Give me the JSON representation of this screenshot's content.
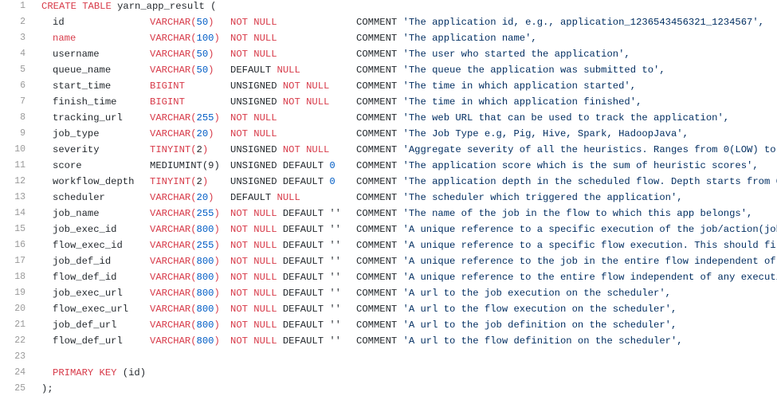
{
  "editor": {
    "lines": [
      {
        "n": "1",
        "first": [
          {
            "t": "CREATE TABLE",
            "c": "kw"
          },
          {
            "t": " yarn_app_result (",
            "c": "plain"
          }
        ]
      },
      {
        "n": "2",
        "name": "id",
        "type": [
          {
            "t": "VARCHAR(",
            "c": "kw"
          },
          {
            "t": "50",
            "c": "num"
          },
          {
            "t": ")",
            "c": "kw"
          }
        ],
        "cons": [
          {
            "t": "NOT NULL",
            "c": "kw"
          }
        ],
        "comment": [
          {
            "t": "COMMENT ",
            "c": "plain"
          },
          {
            "t": "'The application id, e.g., application_1236543456321_1234567',",
            "c": "str"
          }
        ]
      },
      {
        "n": "3",
        "name": "name",
        "nameKw": true,
        "type": [
          {
            "t": "VARCHAR(",
            "c": "kw"
          },
          {
            "t": "100",
            "c": "num"
          },
          {
            "t": ")",
            "c": "kw"
          }
        ],
        "cons": [
          {
            "t": "NOT NULL",
            "c": "kw"
          }
        ],
        "comment": [
          {
            "t": "COMMENT ",
            "c": "plain"
          },
          {
            "t": "'The application name',",
            "c": "str"
          }
        ]
      },
      {
        "n": "4",
        "name": "username",
        "type": [
          {
            "t": "VARCHAR(",
            "c": "kw"
          },
          {
            "t": "50",
            "c": "num"
          },
          {
            "t": ")",
            "c": "kw"
          }
        ],
        "cons": [
          {
            "t": "NOT NULL",
            "c": "kw"
          }
        ],
        "comment": [
          {
            "t": "COMMENT ",
            "c": "plain"
          },
          {
            "t": "'The user who started the application',",
            "c": "str"
          }
        ]
      },
      {
        "n": "5",
        "name": "queue_name",
        "type": [
          {
            "t": "VARCHAR(",
            "c": "kw"
          },
          {
            "t": "50",
            "c": "num"
          },
          {
            "t": ")",
            "c": "kw"
          }
        ],
        "cons": [
          {
            "t": "DEFAULT ",
            "c": "plain"
          },
          {
            "t": "NULL",
            "c": "kw"
          }
        ],
        "comment": [
          {
            "t": "COMMENT ",
            "c": "plain"
          },
          {
            "t": "'The queue the application was submitted to',",
            "c": "str"
          }
        ]
      },
      {
        "n": "6",
        "name": "start_time",
        "type": [
          {
            "t": "BIGINT",
            "c": "kw"
          }
        ],
        "cons": [
          {
            "t": "UNSIGNED ",
            "c": "plain"
          },
          {
            "t": "NOT NULL",
            "c": "kw"
          }
        ],
        "comment": [
          {
            "t": "COMMENT ",
            "c": "plain"
          },
          {
            "t": "'The time in which application started',",
            "c": "str"
          }
        ]
      },
      {
        "n": "7",
        "name": "finish_time",
        "type": [
          {
            "t": "BIGINT",
            "c": "kw"
          }
        ],
        "cons": [
          {
            "t": "UNSIGNED ",
            "c": "plain"
          },
          {
            "t": "NOT NULL",
            "c": "kw"
          }
        ],
        "comment": [
          {
            "t": "COMMENT ",
            "c": "plain"
          },
          {
            "t": "'The time in which application finished',",
            "c": "str"
          }
        ]
      },
      {
        "n": "8",
        "name": "tracking_url",
        "type": [
          {
            "t": "VARCHAR(",
            "c": "kw"
          },
          {
            "t": "255",
            "c": "num"
          },
          {
            "t": ")",
            "c": "kw"
          }
        ],
        "cons": [
          {
            "t": "NOT NULL",
            "c": "kw"
          }
        ],
        "comment": [
          {
            "t": "COMMENT ",
            "c": "plain"
          },
          {
            "t": "'The web URL that can be used to track the application',",
            "c": "str"
          }
        ]
      },
      {
        "n": "9",
        "name": "job_type",
        "type": [
          {
            "t": "VARCHAR(",
            "c": "kw"
          },
          {
            "t": "20",
            "c": "num"
          },
          {
            "t": ")",
            "c": "kw"
          }
        ],
        "cons": [
          {
            "t": "NOT NULL",
            "c": "kw"
          }
        ],
        "comment": [
          {
            "t": "COMMENT ",
            "c": "plain"
          },
          {
            "t": "'The Job Type e.g, Pig, Hive, Spark, HadoopJava',",
            "c": "str"
          }
        ]
      },
      {
        "n": "10",
        "name": "severity",
        "type": [
          {
            "t": "TINYINT(",
            "c": "kw"
          },
          {
            "t": "2",
            "c": "plain"
          },
          {
            "t": ")",
            "c": "kw"
          }
        ],
        "cons": [
          {
            "t": "UNSIGNED ",
            "c": "plain"
          },
          {
            "t": "NOT NULL",
            "c": "kw"
          }
        ],
        "comment": [
          {
            "t": "COMMENT ",
            "c": "plain"
          },
          {
            "t": "'Aggregate severity of all the heuristics. Ranges from 0(LOW) to",
            "c": "str"
          }
        ]
      },
      {
        "n": "11",
        "name": "score",
        "type": [
          {
            "t": "MEDIUMINT(",
            "c": "plain"
          },
          {
            "t": "9",
            "c": "plain"
          },
          {
            "t": ")",
            "c": "plain"
          }
        ],
        "cons": [
          {
            "t": "UNSIGNED DEFAULT ",
            "c": "plain"
          },
          {
            "t": "0",
            "c": "num"
          }
        ],
        "comment": [
          {
            "t": "COMMENT ",
            "c": "plain"
          },
          {
            "t": "'The application score which is the sum of heuristic scores',",
            "c": "str"
          }
        ]
      },
      {
        "n": "12",
        "name": "workflow_depth",
        "type": [
          {
            "t": "TINYINT(",
            "c": "kw"
          },
          {
            "t": "2",
            "c": "plain"
          },
          {
            "t": ")",
            "c": "kw"
          }
        ],
        "cons": [
          {
            "t": "UNSIGNED DEFAULT ",
            "c": "plain"
          },
          {
            "t": "0",
            "c": "num"
          }
        ],
        "comment": [
          {
            "t": "COMMENT ",
            "c": "plain"
          },
          {
            "t": "'The application depth in the scheduled flow. Depth starts from 0",
            "c": "str"
          }
        ]
      },
      {
        "n": "13",
        "name": "scheduler",
        "type": [
          {
            "t": "VARCHAR(",
            "c": "kw"
          },
          {
            "t": "20",
            "c": "num"
          },
          {
            "t": ")",
            "c": "kw"
          }
        ],
        "cons": [
          {
            "t": "DEFAULT ",
            "c": "plain"
          },
          {
            "t": "NULL",
            "c": "kw"
          }
        ],
        "comment": [
          {
            "t": "COMMENT ",
            "c": "plain"
          },
          {
            "t": "'The scheduler which triggered the application',",
            "c": "str"
          }
        ]
      },
      {
        "n": "14",
        "name": "job_name",
        "type": [
          {
            "t": "VARCHAR(",
            "c": "kw"
          },
          {
            "t": "255",
            "c": "num"
          },
          {
            "t": ")",
            "c": "kw"
          }
        ],
        "cons": [
          {
            "t": "NOT NULL",
            "c": "kw"
          },
          {
            "t": " DEFAULT ''",
            "c": "plain"
          }
        ],
        "comment": [
          {
            "t": "COMMENT ",
            "c": "plain"
          },
          {
            "t": "'The name of the job in the flow to which this app belongs',",
            "c": "str"
          }
        ]
      },
      {
        "n": "15",
        "name": "job_exec_id",
        "type": [
          {
            "t": "VARCHAR(",
            "c": "kw"
          },
          {
            "t": "800",
            "c": "num"
          },
          {
            "t": ")",
            "c": "kw"
          }
        ],
        "cons": [
          {
            "t": "NOT NULL",
            "c": "kw"
          },
          {
            "t": " DEFAULT ''",
            "c": "plain"
          }
        ],
        "comment": [
          {
            "t": "COMMENT ",
            "c": "plain"
          },
          {
            "t": "'A unique reference to a specific execution of the job/action(job",
            "c": "str"
          }
        ]
      },
      {
        "n": "16",
        "name": "flow_exec_id",
        "type": [
          {
            "t": "VARCHAR(",
            "c": "kw"
          },
          {
            "t": "255",
            "c": "num"
          },
          {
            "t": ")",
            "c": "kw"
          }
        ],
        "cons": [
          {
            "t": "NOT NULL",
            "c": "kw"
          },
          {
            "t": " DEFAULT ''",
            "c": "plain"
          }
        ],
        "comment": [
          {
            "t": "COMMENT ",
            "c": "plain"
          },
          {
            "t": "'A unique reference to a specific flow execution. This should fil",
            "c": "str"
          }
        ]
      },
      {
        "n": "17",
        "name": "job_def_id",
        "type": [
          {
            "t": "VARCHAR(",
            "c": "kw"
          },
          {
            "t": "800",
            "c": "num"
          },
          {
            "t": ")",
            "c": "kw"
          }
        ],
        "cons": [
          {
            "t": "NOT NULL",
            "c": "kw"
          },
          {
            "t": " DEFAULT ''",
            "c": "plain"
          }
        ],
        "comment": [
          {
            "t": "COMMENT ",
            "c": "plain"
          },
          {
            "t": "'A unique reference to the job in the entire flow independent of",
            "c": "str"
          }
        ]
      },
      {
        "n": "18",
        "name": "flow_def_id",
        "type": [
          {
            "t": "VARCHAR(",
            "c": "kw"
          },
          {
            "t": "800",
            "c": "num"
          },
          {
            "t": ")",
            "c": "kw"
          }
        ],
        "cons": [
          {
            "t": "NOT NULL",
            "c": "kw"
          },
          {
            "t": " DEFAULT ''",
            "c": "plain"
          }
        ],
        "comment": [
          {
            "t": "COMMENT ",
            "c": "plain"
          },
          {
            "t": "'A unique reference to the entire flow independent of any executi",
            "c": "str"
          }
        ]
      },
      {
        "n": "19",
        "name": "job_exec_url",
        "type": [
          {
            "t": "VARCHAR(",
            "c": "kw"
          },
          {
            "t": "800",
            "c": "num"
          },
          {
            "t": ")",
            "c": "kw"
          }
        ],
        "cons": [
          {
            "t": "NOT NULL",
            "c": "kw"
          },
          {
            "t": " DEFAULT ''",
            "c": "plain"
          }
        ],
        "comment": [
          {
            "t": "COMMENT ",
            "c": "plain"
          },
          {
            "t": "'A url to the job execution on the scheduler',",
            "c": "str"
          }
        ]
      },
      {
        "n": "20",
        "name": "flow_exec_url",
        "type": [
          {
            "t": "VARCHAR(",
            "c": "kw"
          },
          {
            "t": "800",
            "c": "num"
          },
          {
            "t": ")",
            "c": "kw"
          }
        ],
        "cons": [
          {
            "t": "NOT NULL",
            "c": "kw"
          },
          {
            "t": " DEFAULT ''",
            "c": "plain"
          }
        ],
        "comment": [
          {
            "t": "COMMENT ",
            "c": "plain"
          },
          {
            "t": "'A url to the flow execution on the scheduler',",
            "c": "str"
          }
        ]
      },
      {
        "n": "21",
        "name": "job_def_url",
        "type": [
          {
            "t": "VARCHAR(",
            "c": "kw"
          },
          {
            "t": "800",
            "c": "num"
          },
          {
            "t": ")",
            "c": "kw"
          }
        ],
        "cons": [
          {
            "t": "NOT NULL",
            "c": "kw"
          },
          {
            "t": " DEFAULT ''",
            "c": "plain"
          }
        ],
        "comment": [
          {
            "t": "COMMENT ",
            "c": "plain"
          },
          {
            "t": "'A url to the job definition on the scheduler',",
            "c": "str"
          }
        ]
      },
      {
        "n": "22",
        "name": "flow_def_url",
        "type": [
          {
            "t": "VARCHAR(",
            "c": "kw"
          },
          {
            "t": "800",
            "c": "num"
          },
          {
            "t": ")",
            "c": "kw"
          }
        ],
        "cons": [
          {
            "t": "NOT NULL",
            "c": "kw"
          },
          {
            "t": " DEFAULT ''",
            "c": "plain"
          }
        ],
        "comment": [
          {
            "t": "COMMENT ",
            "c": "plain"
          },
          {
            "t": "'A url to the flow definition on the scheduler',",
            "c": "str"
          }
        ]
      },
      {
        "n": "23"
      },
      {
        "n": "24",
        "indented": [
          {
            "t": "PRIMARY KEY",
            "c": "kw"
          },
          {
            "t": " (id)",
            "c": "plain"
          }
        ]
      },
      {
        "n": "25",
        "first": [
          {
            "t": ");",
            "c": "plain"
          }
        ]
      }
    ]
  },
  "colors": {
    "keyword": "#d73a49",
    "number": "#005cc5",
    "string": "#032f62",
    "text": "#24292e",
    "line_number": "#9a9a9a",
    "background": "#ffffff"
  }
}
